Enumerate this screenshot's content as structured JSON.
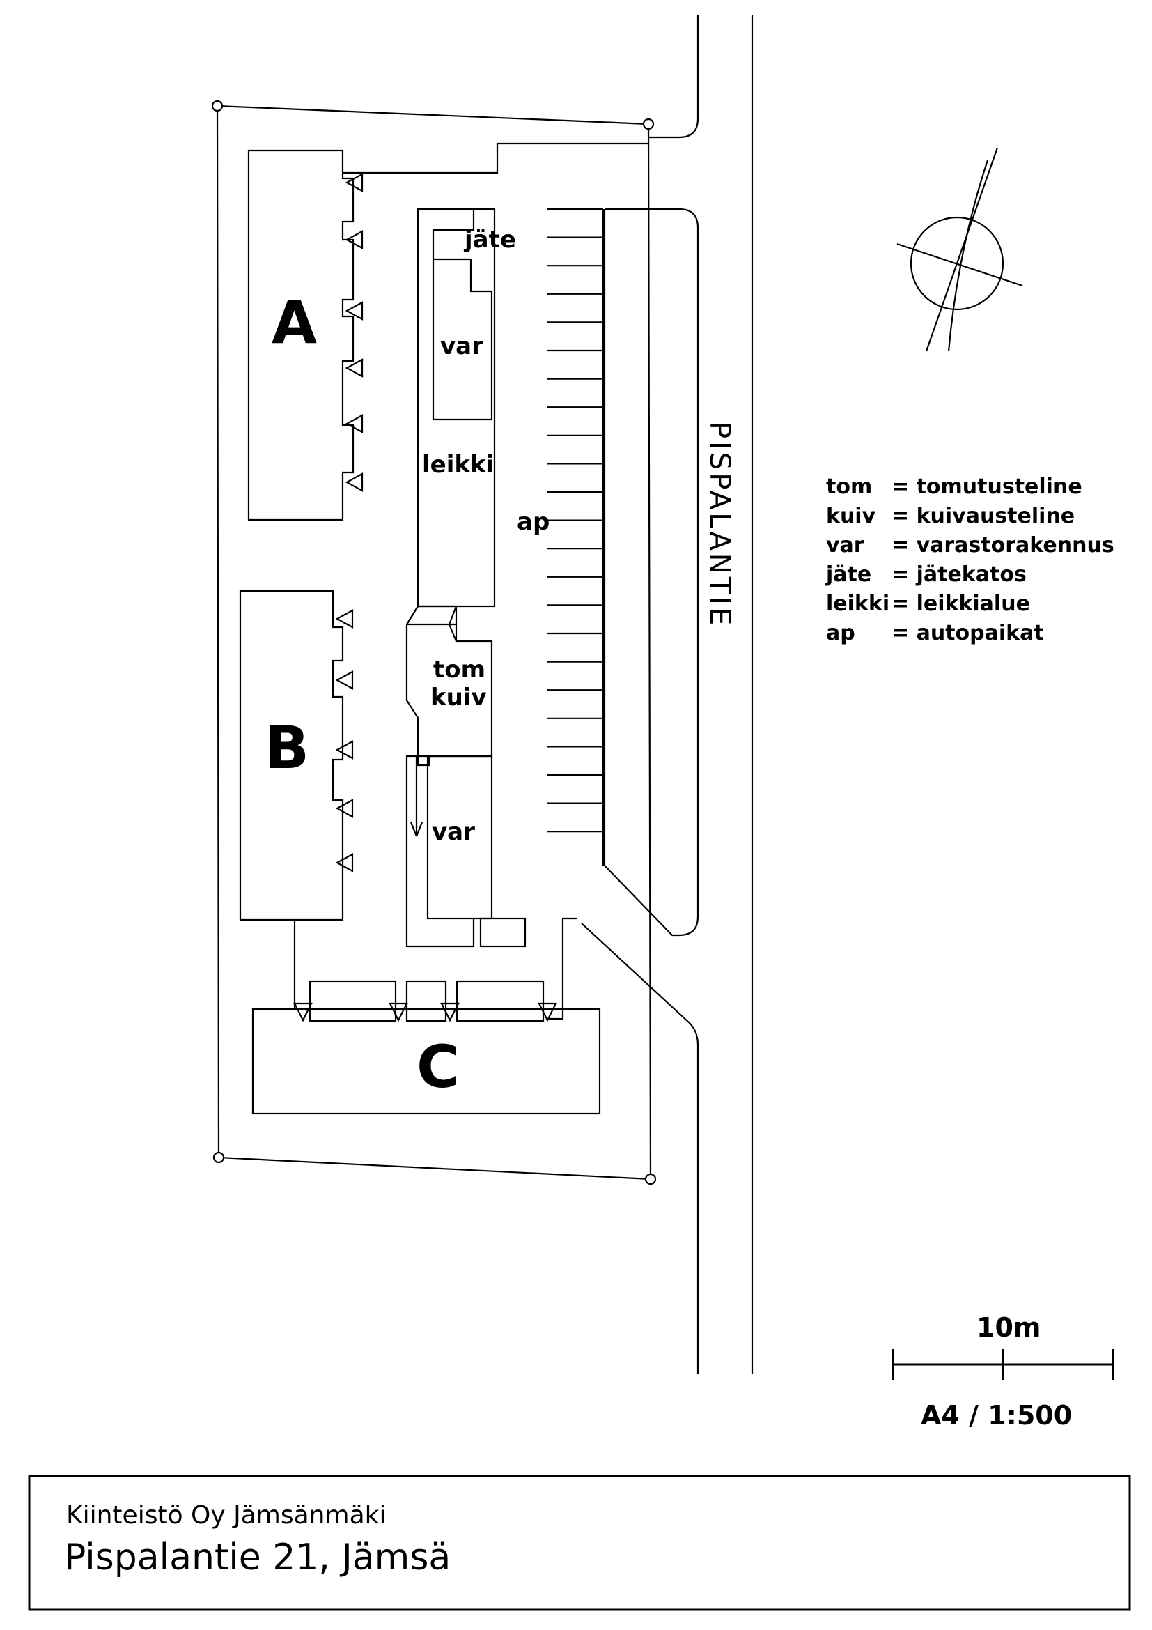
{
  "buildings": {
    "a": "A",
    "b": "B",
    "c": "C"
  },
  "labels": {
    "jate": "jäte",
    "var_top": "var",
    "leikki": "leikki",
    "ap": "ap",
    "tom": "tom",
    "kuiv": "kuiv",
    "var_bottom": "var"
  },
  "road_name": "PISPALANTIE",
  "legend": [
    {
      "abbr": "tom",
      "meaning": "= tomutusteline"
    },
    {
      "abbr": "kuiv",
      "meaning": "= kuivausteline"
    },
    {
      "abbr": "var",
      "meaning": "= varastorakennus"
    },
    {
      "abbr": "jäte",
      "meaning": "= jätekatos"
    },
    {
      "abbr": "leikki",
      "meaning": "= leikkialue"
    },
    {
      "abbr": "ap",
      "meaning": "= autopaikat"
    }
  ],
  "scale_bar": {
    "length_label": "10m",
    "scale_label": "A4 / 1:500"
  },
  "title_block": {
    "company": "Kiinteistö Oy Jämsänmäki",
    "address": "Pispalantie 21, Jämsä"
  }
}
